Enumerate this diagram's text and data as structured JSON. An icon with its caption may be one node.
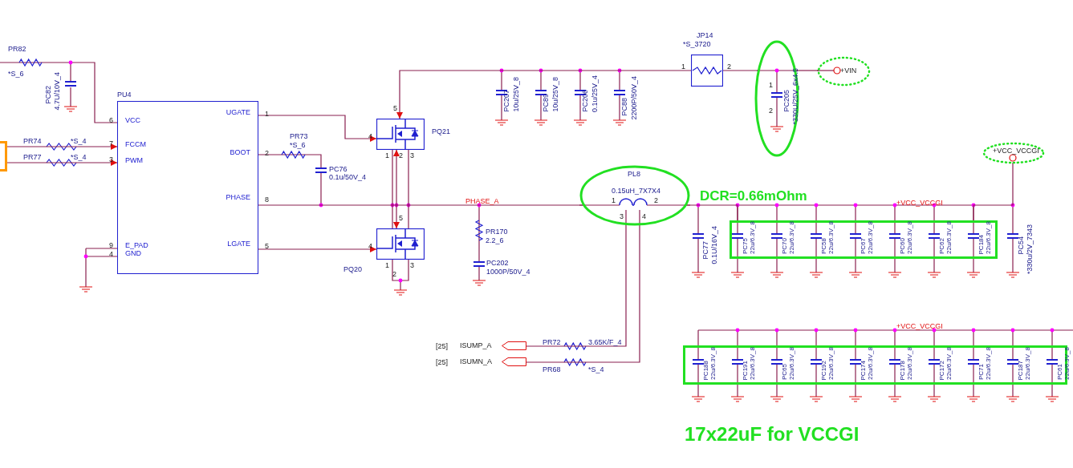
{
  "diagram": {
    "nodes": [
      {
        "text": [],
        "shape": "box"
      },
      {
        "text": [
          "PU4",
          "VCC",
          "FCCM",
          "PWM",
          "E_PAD",
          "GND",
          "UGATE",
          "BOOT",
          "PHASE",
          "LGATE"
        ]
      },
      {
        "text": [
          "PQ21"
        ]
      },
      {
        "text": [
          "PQ20"
        ]
      },
      {
        "text": [
          "JP14",
          "*S_3720"
        ]
      },
      {
        "text": [
          "PC205",
          "*330U/25V_6x4.5"
        ]
      },
      {
        "text": [
          "+VIN"
        ]
      },
      {
        "text": [
          "PL8",
          "0.15uH_7X7X4"
        ]
      },
      {
        "text": [
          "+VCC_VCCGI"
        ]
      },
      {
        "text": [
          "PC75",
          "22u/6.3V_8",
          "PC70",
          "22u/6.3V_8",
          "PC58",
          "22u/6.3V_8",
          "PC67",
          "22u/6.3V_8",
          "PC60",
          "22u/6.3V_8",
          "PC62",
          "22u/6.3V_8",
          "PC184",
          "22u/6.3V_8"
        ]
      },
      {
        "text": [
          "ISUMP_A"
        ]
      },
      {
        "text": [
          "ISUMN_A"
        ]
      },
      {
        "text": [
          "PC188",
          "22u/6.3V_8",
          "PC191",
          "22u/6.3V_8",
          "PC65",
          "22u/6.3V_8",
          "PC192",
          "22u/6.3V_8",
          "PC174",
          "22u/6.3V_8",
          "PC178",
          "22u/6.3V_8",
          "PC172",
          "22u/6.3V_8",
          "PC71",
          "22u/6.3V_8",
          "PC187",
          "22u/6.3V_8",
          "PC61",
          "22u/6.3V_8"
        ]
      }
    ],
    "edges": [
      {
        "from": 0,
        "to": 1,
        "arrow": "to"
      },
      {
        "from": 0,
        "to": 1,
        "arrow": "to"
      },
      {
        "from": 1,
        "to": 2,
        "arrow": "to"
      },
      {
        "from": 1,
        "to": 3,
        "arrow": "to"
      },
      {
        "from": 2,
        "to": 3,
        "arrow": "both"
      },
      {
        "from": 4,
        "to": 2,
        "arrow": "to"
      },
      {
        "from": 4,
        "to": 5,
        "arrow": "none"
      },
      {
        "from": 5,
        "to": 6,
        "arrow": "none"
      },
      {
        "from": 1,
        "to": 7,
        "arrow": "none"
      },
      {
        "from": 7,
        "to": 9,
        "arrow": "none"
      },
      {
        "from": 9,
        "to": 8,
        "arrow": "none"
      },
      {
        "from": 7,
        "to": 10,
        "arrow": "none"
      },
      {
        "from": 7,
        "to": 11,
        "arrow": "none"
      },
      {
        "from": 2,
        "to": 3,
        "arrow": "none"
      },
      {
        "from": 2,
        "to": 3,
        "arrow": "none"
      }
    ],
    "labels": [
      "PR82",
      "*S_6",
      "PC82",
      "4.7U/10V_4",
      "6",
      "7",
      "3",
      "9",
      "4",
      "PR74",
      "*S_4",
      "PR77",
      "*S_4",
      "1",
      "2",
      "8",
      "5",
      "PR73",
      "*S_6",
      "PC76",
      "0.1u/50V_4",
      "5",
      "4",
      "1",
      "2",
      "3",
      "5",
      "4",
      "1",
      "2",
      "3",
      "PHASE_A",
      "PR170",
      "2.2_6",
      "PC202",
      "1000P/50V_4",
      "PC207",
      "10u/25V_8",
      "PC89",
      "10u/25V_8",
      "PC206",
      "0.1u/25V_4",
      "PC88",
      "2200P/50V_4",
      "1",
      "2",
      "1",
      "2",
      "1",
      "2",
      "3",
      "4",
      "DCR=0.66mOhm",
      "+VCC_VCCGI",
      "PC77",
      "0.1U/16V_4",
      "PC54",
      "*330u/2V_7343",
      "+VCC_VCCGI",
      "[25]",
      "[25]",
      "PR72",
      "3.65K/F_4",
      "PR68",
      "*S_4",
      "17x22uF for VCCGI"
    ]
  }
}
